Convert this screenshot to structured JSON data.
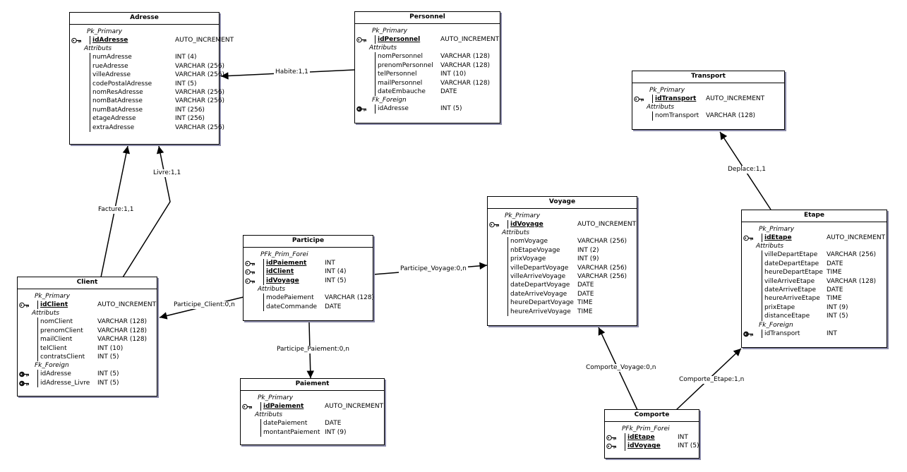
{
  "entities": {
    "adresse": {
      "title": "Adresse",
      "pk_label": "Pk_Primary",
      "attr_label": "Attributs",
      "pk": [
        {
          "name": "idAdresse",
          "type": "AUTO_INCREMENT"
        }
      ],
      "attrs": [
        {
          "name": "numAdresse",
          "type": "INT (4)"
        },
        {
          "name": "rueAdresse",
          "type": "VARCHAR (256)"
        },
        {
          "name": "villeAdresse",
          "type": "VARCHAR (256)"
        },
        {
          "name": "codePostalAdresse",
          "type": "INT (5)"
        },
        {
          "name": "nomResAdresse",
          "type": "VARCHAR (256)"
        },
        {
          "name": "nomBatAdresse",
          "type": "VARCHAR (256)"
        },
        {
          "name": "numBatAdresse",
          "type": "INT (256)"
        },
        {
          "name": "etageAdresse",
          "type": "INT (256)"
        },
        {
          "name": "extraAdresse",
          "type": "VARCHAR (256)"
        }
      ]
    },
    "personnel": {
      "title": "Personnel",
      "pk_label": "Pk_Primary",
      "attr_label": "Attributs",
      "fk_label": "Fk_Foreign",
      "pk": [
        {
          "name": "idPersonnel",
          "type": "AUTO_INCREMENT"
        }
      ],
      "attrs": [
        {
          "name": "nomPersonnel",
          "type": "VARCHAR (128)"
        },
        {
          "name": "prenomPersonnel",
          "type": "VARCHAR (128)"
        },
        {
          "name": "telPersonnel",
          "type": "INT (10)"
        },
        {
          "name": "mailPersonnel",
          "type": "VARCHAR (128)"
        },
        {
          "name": "dateEmbauche",
          "type": "DATE"
        }
      ],
      "fk": [
        {
          "name": "idAdresse",
          "type": "INT (5)"
        }
      ]
    },
    "transport": {
      "title": "Transport",
      "pk_label": "Pk_Primary",
      "attr_label": "Attributs",
      "pk": [
        {
          "name": "idTransport",
          "type": "AUTO_INCREMENT"
        }
      ],
      "attrs": [
        {
          "name": "nomTransport",
          "type": "VARCHAR (128)"
        }
      ]
    },
    "voyage": {
      "title": "Voyage",
      "pk_label": "Pk_Primary",
      "attr_label": "Attributs",
      "pk": [
        {
          "name": "idVoyage",
          "type": "AUTO_INCREMENT"
        }
      ],
      "attrs": [
        {
          "name": "nomVoyage",
          "type": "VARCHAR (256)"
        },
        {
          "name": "nbEtapeVoyage",
          "type": "INT (2)"
        },
        {
          "name": "prixVoyage",
          "type": "INT (9)"
        },
        {
          "name": "villeDepartVoyage",
          "type": "VARCHAR (256)"
        },
        {
          "name": "villeArriveVoyage",
          "type": "VARCHAR (256)"
        },
        {
          "name": "dateDepartVoyage",
          "type": "DATE"
        },
        {
          "name": "dateArriveVoyage",
          "type": "DATE"
        },
        {
          "name": "heureDepartVoyage",
          "type": "TIME"
        },
        {
          "name": "heureArriveVoyage",
          "type": "TIME"
        }
      ]
    },
    "etape": {
      "title": "Etape",
      "pk_label": "Pk_Primary",
      "attr_label": "Attributs",
      "fk_label": "Fk_Foreign",
      "pk": [
        {
          "name": "idEtape",
          "type": "AUTO_INCREMENT"
        }
      ],
      "attrs": [
        {
          "name": "villeDepartEtape",
          "type": "VARCHAR (256)"
        },
        {
          "name": "dateDepartEtape",
          "type": "DATE"
        },
        {
          "name": "heureDepartEtape",
          "type": "TIME"
        },
        {
          "name": "villeArriveEtape",
          "type": "VARCHAR (128)"
        },
        {
          "name": "dateArriveEtape",
          "type": "DATE"
        },
        {
          "name": "heureArriveEtape",
          "type": "TIME"
        },
        {
          "name": "prixEtape",
          "type": "INT (9)"
        },
        {
          "name": "distanceEtape",
          "type": "INT (5)"
        }
      ],
      "fk": [
        {
          "name": "idTransport",
          "type": "INT"
        }
      ]
    },
    "participe": {
      "title": "Participe",
      "pk_label": "PFk_Prim_Forei",
      "attr_label": "Attributs",
      "pk": [
        {
          "name": "idPaiement",
          "type": "INT"
        },
        {
          "name": "idClient",
          "type": "INT (4)"
        },
        {
          "name": "idVoyage",
          "type": "INT (5)"
        }
      ],
      "attrs": [
        {
          "name": "modePaiement",
          "type": "VARCHAR (128)"
        },
        {
          "name": "dateCommande",
          "type": "DATE"
        }
      ]
    },
    "client": {
      "title": "Client",
      "pk_label": "Pk_Primary",
      "attr_label": "Attributs",
      "fk_label": "Fk_Foreign",
      "pk": [
        {
          "name": "idClient",
          "type": "AUTO_INCREMENT"
        }
      ],
      "attrs": [
        {
          "name": "nomClient",
          "type": "VARCHAR (128)"
        },
        {
          "name": "prenomClient",
          "type": "VARCHAR (128)"
        },
        {
          "name": "mailClient",
          "type": "VARCHAR (128)"
        },
        {
          "name": "telClient",
          "type": "INT (10)"
        },
        {
          "name": "contratsClient",
          "type": "INT (5)"
        }
      ],
      "fk": [
        {
          "name": "idAdresse",
          "type": "INT (5)"
        },
        {
          "name": "idAdresse_Livre",
          "type": "INT (5)"
        }
      ]
    },
    "paiement": {
      "title": "Paiement",
      "pk_label": "Pk_Primary",
      "attr_label": "Attributs",
      "pk": [
        {
          "name": "idPaiement",
          "type": "AUTO_INCREMENT"
        }
      ],
      "attrs": [
        {
          "name": "datePaiement",
          "type": "DATE"
        },
        {
          "name": "montantPaiement",
          "type": "INT (9)"
        }
      ]
    },
    "comporte": {
      "title": "Comporte",
      "pk_label": "PFk_Prim_Forei",
      "pk": [
        {
          "name": "idEtape",
          "type": "INT"
        },
        {
          "name": "idVoyage",
          "type": "INT (5)"
        }
      ]
    }
  },
  "relations": [
    {
      "id": "habite",
      "label": "Habite:1,1"
    },
    {
      "id": "facture",
      "label": "Facture:1,1"
    },
    {
      "id": "livre",
      "label": "Livre:1,1"
    },
    {
      "id": "deplace",
      "label": "Deplace:1,1"
    },
    {
      "id": "participe_voyage",
      "label": "Participe_Voyage:0,n"
    },
    {
      "id": "participe_client",
      "label": "Participe_Client:0,n"
    },
    {
      "id": "participe_paiement",
      "label": "Participe_Paiement:0,n"
    },
    {
      "id": "comporte_voyage",
      "label": "Comporte_Voyage:0,n"
    },
    {
      "id": "comporte_etape",
      "label": "Comporte_Etape:1,n"
    }
  ],
  "icons": {
    "primary_key": "key-icon",
    "foreign_key": "foreign-key-icon"
  }
}
